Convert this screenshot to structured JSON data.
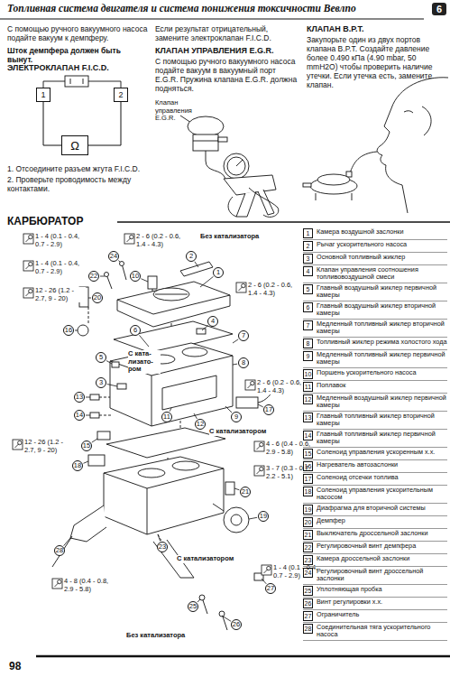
{
  "diagram": {
    "nodes": [
      {
        "text": [
          "1"
        ]
      },
      {
        "text": [
          "2"
        ]
      },
      {
        "text": [
          "Ω"
        ]
      }
    ],
    "edges": [
      {
        "from": 0,
        "to": 2,
        "arrow": "none"
      },
      {
        "from": 1,
        "to": 2,
        "arrow": "none"
      }
    ],
    "labels": [
      "Топливная система двигателя и система понижения токсичности Вевлпо",
      "6",
      "С помощью ручного вакуумного насоса подайте вакуум к демпферу.",
      "Шток демпфера должен быть вынут.",
      "ЭЛЕКТРОКЛАПАН F.I.C.D.",
      "1. Отсоедините разъем жгута F.I.C.D.",
      "2. Проверьте проводимость между контактами.",
      "Если результат отрицательный, замените электроклапан F.I.C.D.",
      "КЛАПАН УПРАВЛЕНИЯ E.G.R.",
      "С помощью ручного вакуумного насоса подайте вакуум в вакуумный порт E.G.R. Пружина клапана E.G.R. должна подняться.",
      "Клапан управления E.G.R.",
      "КЛАПАН B.P.T.",
      "Закупорьте один из двух портов клапана B.P.T. Создайте давление более 0.490 кПа (4.90 mbar, 50 mmH2O) чтобы проверить наличие утечки. Если утечка есть, замените клапан.",
      "КАРБЮРАТОР",
      "1 - 4 (0.1 - 0.4, 0.7 - 2.9)",
      "2 - 6 (0.2 - 0.6, 1.4 - 4.3)",
      "Без катализатора",
      "1 - 4 (0.1 - 0.4, 0.7 - 2.9)",
      "12 - 26 (1.2 - 2.7, 9 - 20)",
      "2 - 6 (0.2 - 0.6, 1.4 - 4.3)",
      "С ката-лизато-ром",
      "2 - 6 (0.2 - 0.6, 1.4 - 4.3)",
      "С катализатором",
      "12 - 26 (1.2 - 2.7, 9 - 20)",
      "4 - 6 (0.4 - 0.6, 2.9 - 5.8)",
      "3 - 7 (0.3 - 0.7, 2.2 - 5.1)",
      "1 - 4 (0.1 - 0.4, 0.7 - 2.9)",
      "С катализатором",
      "4 - 8 (0.4 - 0.8, 2.9 - 5.8)",
      "Без катализатора",
      "1",
      "2",
      "3",
      "4",
      "5",
      "6",
      "7",
      "8",
      "9",
      "10",
      "11",
      "12",
      "13",
      "14",
      "15",
      "16",
      "17",
      "18",
      "19",
      "20",
      "21",
      "22",
      "23",
      "24",
      "25",
      "26",
      "27",
      "28",
      "1",
      "Камера воздушной заслонки",
      "2",
      "Рычаг ускорительного насоса",
      "3",
      "Основной топливный жиклер",
      "4",
      "Клапан управления соотношения топливовоздушной смеси",
      "5",
      "Главный воздушный жиклер первичной камеры",
      "6",
      "Главный воздушный жиклер вторичной камеры",
      "7",
      "Медленный топливный жиклер вторичной камеры",
      "8",
      "Топливный жиклер режима холостого хода",
      "9",
      "Медленный топливный жиклер первичной камеры",
      "10",
      "Поршень ускорительного насоса",
      "11",
      "Поплавок",
      "12",
      "Медленный воздушный жиклер первичной камеры",
      "13",
      "Главный топливный жиклер вторичной камеры",
      "14",
      "Главный топливный жиклер первичной камеры",
      "15",
      "Соленоид управления ускоренным х.х.",
      "16",
      "Нагреватель автозаслонки",
      "17",
      "Соленоид отсечки топлива",
      "18",
      "Соленоид управления ускорительным насосом",
      "19",
      "Диафрагма для вторичной системы",
      "20",
      "Демпфер",
      "21",
      "Выключатель дроссельной заслонки",
      "22",
      "Регулировочный винт демпфера",
      "23",
      "Камера дроссельной заслонки",
      "24",
      "Регулировочный винт дроссельной заслонки",
      "25",
      "Уплотняющая пробка",
      "26",
      "Винт регулировки х.х.",
      "27",
      "Ограничитель",
      "28",
      "Соединительная тяга ускорительного насоса",
      "98"
    ]
  }
}
